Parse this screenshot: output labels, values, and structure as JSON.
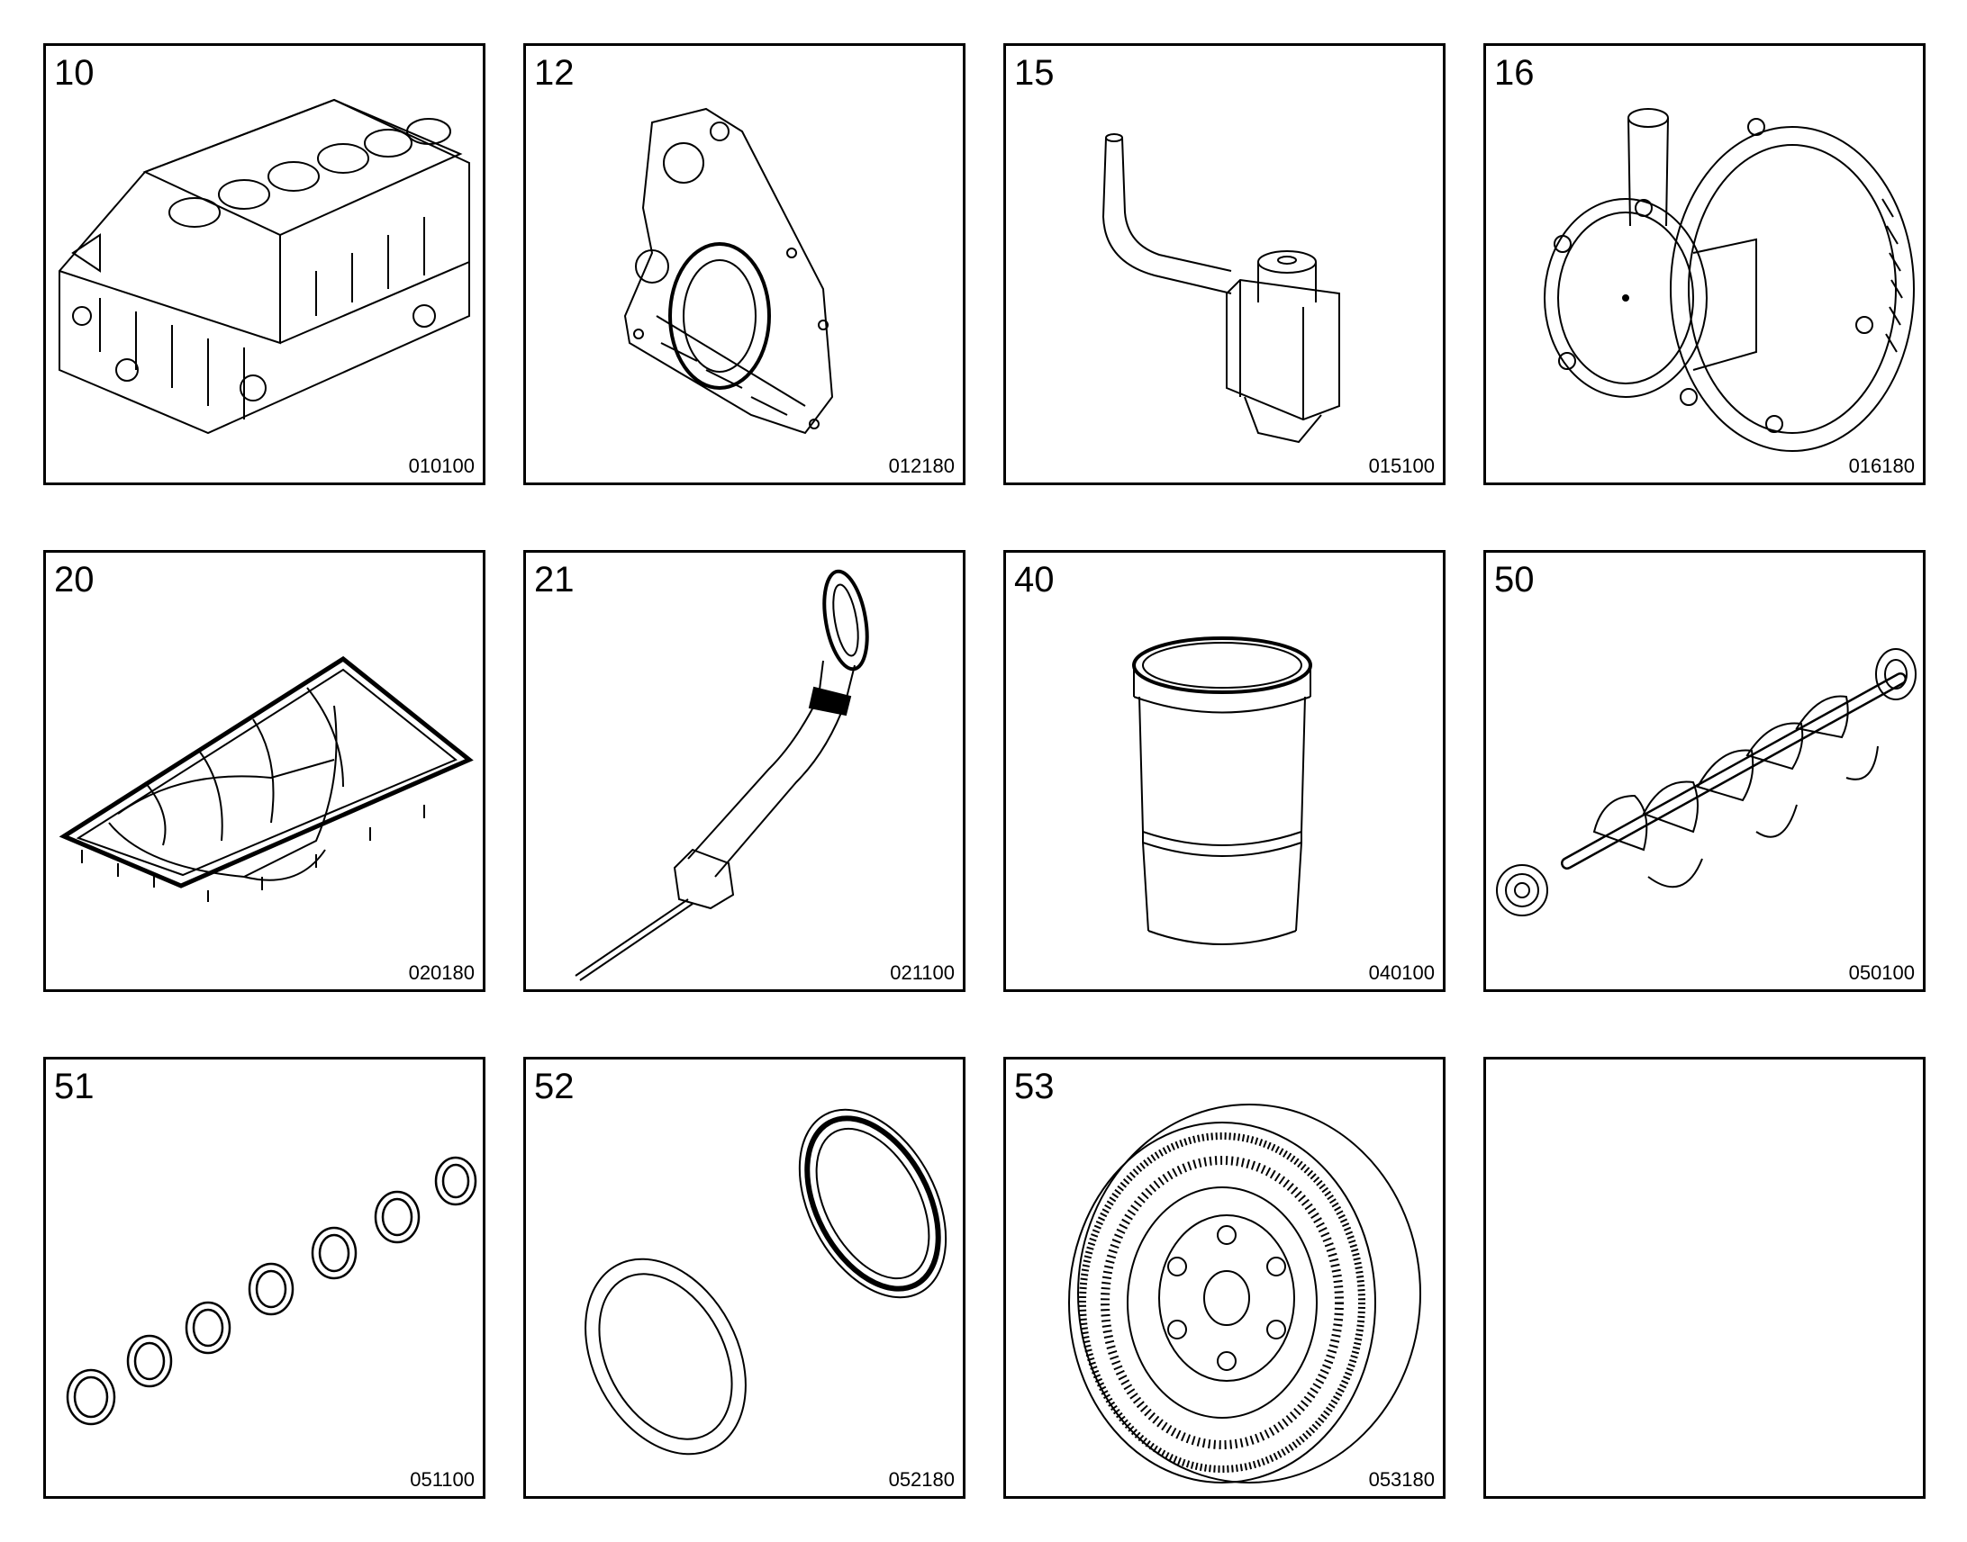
{
  "panels": [
    {
      "number": "10",
      "code": "010100",
      "icon": "engine-block-icon"
    },
    {
      "number": "12",
      "code": "012180",
      "icon": "timing-cover-icon"
    },
    {
      "number": "15",
      "code": "015100",
      "icon": "oil-jet-pipe-icon"
    },
    {
      "number": "16",
      "code": "016180",
      "icon": "vacuum-pump-icon"
    },
    {
      "number": "20",
      "code": "020180",
      "icon": "oil-pan-icon"
    },
    {
      "number": "21",
      "code": "021100",
      "icon": "dipstick-icon"
    },
    {
      "number": "40",
      "code": "040100",
      "icon": "cylinder-liner-icon"
    },
    {
      "number": "50",
      "code": "050100",
      "icon": "crankshaft-icon"
    },
    {
      "number": "51",
      "code": "051100",
      "icon": "bearing-bushings-icon"
    },
    {
      "number": "52",
      "code": "052180",
      "icon": "seal-rings-icon"
    },
    {
      "number": "53",
      "code": "053180",
      "icon": "vibration-damper-icon"
    },
    {
      "number": "",
      "code": "",
      "icon": ""
    }
  ],
  "colors": {
    "line": "#000000",
    "background": "#ffffff"
  }
}
